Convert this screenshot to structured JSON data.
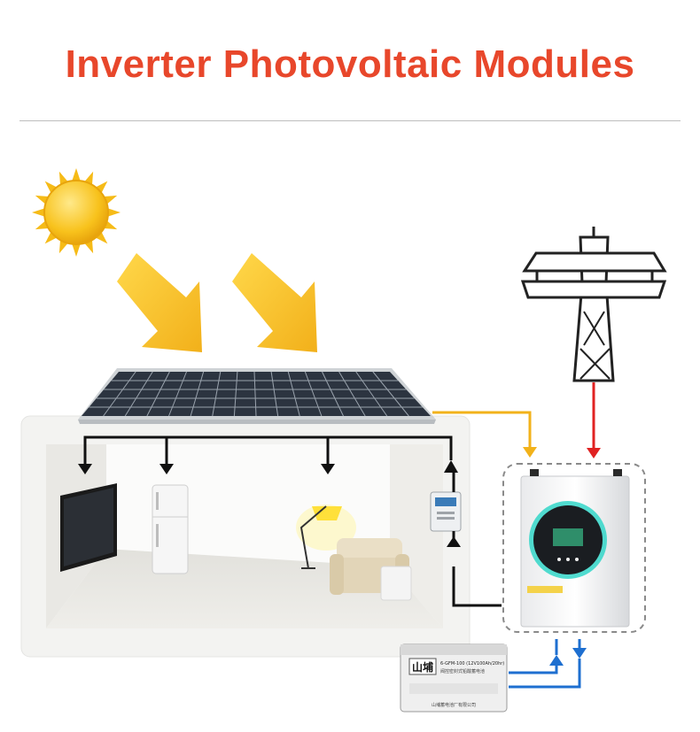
{
  "title": "Inverter Photovoltaic Modules",
  "battery": {
    "brand": "山埔",
    "model_line": "6-GFM-100 (12V100Ah/20hr)",
    "subtitle": "阀控密封式铅酸蓄电池",
    "footer": "山埔蓄电池厂有限公司"
  },
  "colors": {
    "title": "#e8472b",
    "solar_line": "#f2b21a",
    "grid_line": "#e02222",
    "house_line": "#111111",
    "battery_line": "#1e6fd0",
    "inverter_ring": "#33d6c8"
  },
  "icons": [
    "sun-icon",
    "sun-ray-arrow-icon",
    "solar-panel-icon",
    "power-tower-icon",
    "tv-icon",
    "fridge-icon",
    "floor-lamp-icon",
    "sofa-icon",
    "meter-icon",
    "inverter-icon",
    "battery-icon"
  ]
}
